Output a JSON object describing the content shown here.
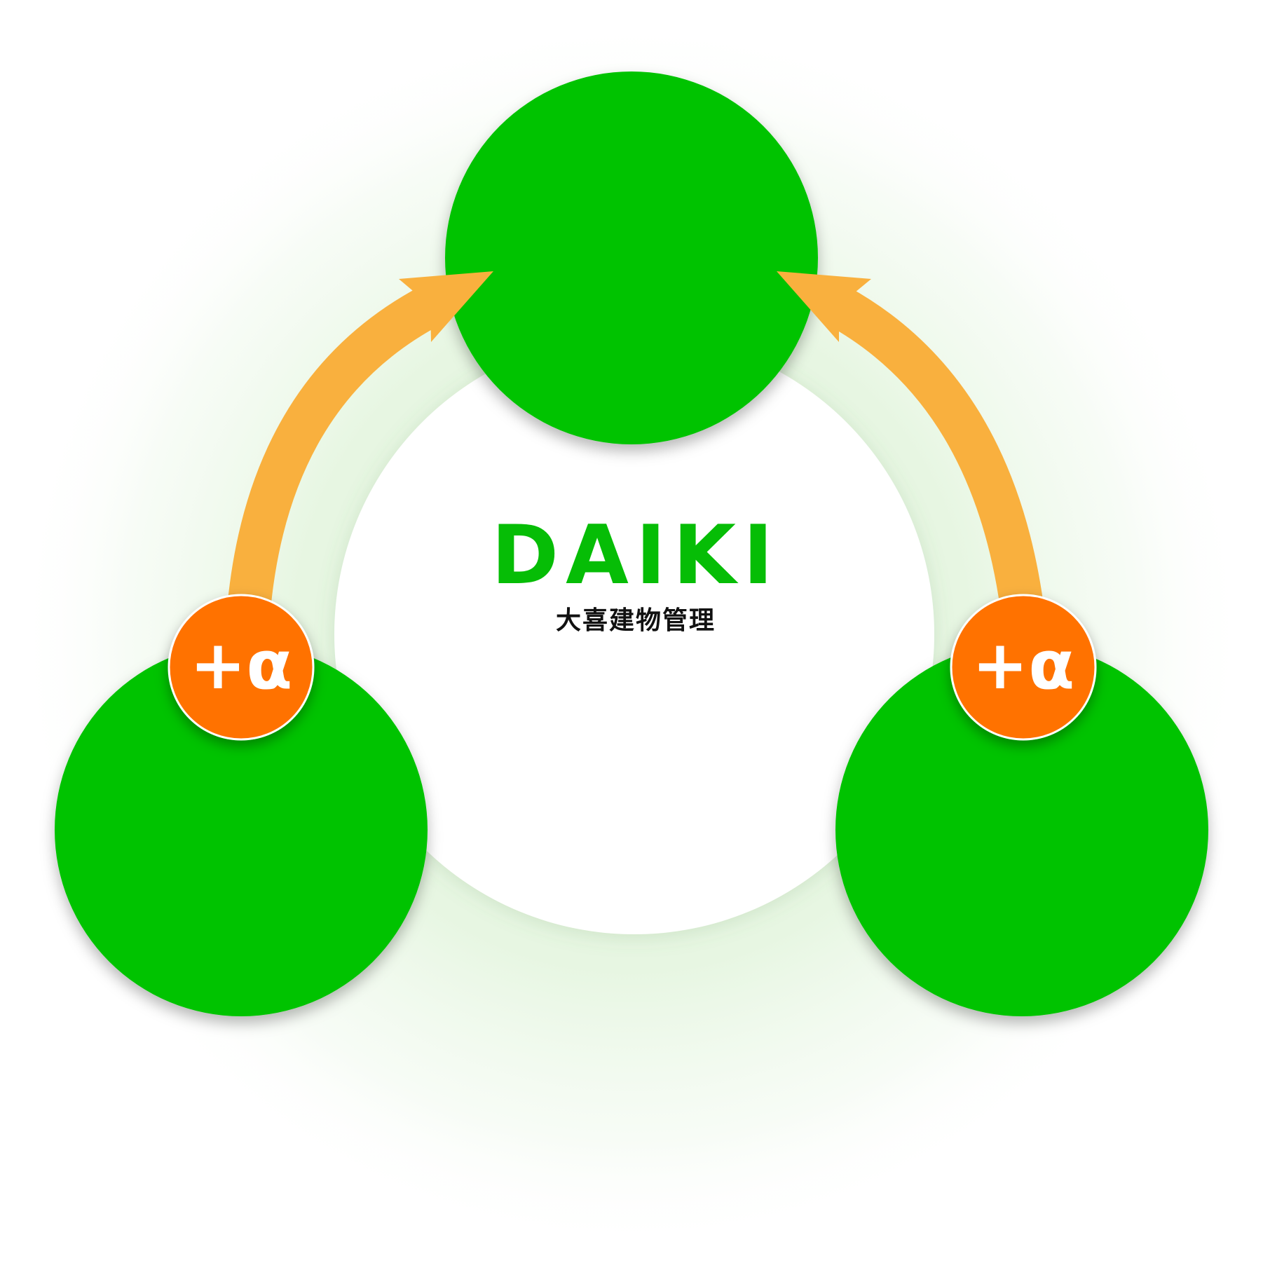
{
  "brand": {
    "wordmark": "DAIKI",
    "subtitle": "大喜建物管理"
  },
  "badges": [
    {
      "label": "+α"
    },
    {
      "label": "+α"
    }
  ],
  "colors": {
    "node_green": "#02c302",
    "logo_green": "#06bd06",
    "arrow_orange": "#f9b03e",
    "badge_orange": "#ff7200",
    "halo_green": "#dff3da",
    "center_white": "#ffffff",
    "subtitle_black": "#111111",
    "badge_text": "#ffffff"
  },
  "diagram": {
    "nodes": [
      {
        "role": "top-node"
      },
      {
        "role": "bottom-left-node"
      },
      {
        "role": "bottom-right-node"
      }
    ],
    "arrows": [
      {
        "from": "bottom-left-node",
        "to": "top-node"
      },
      {
        "from": "bottom-right-node",
        "to": "top-node"
      }
    ],
    "icons": [
      "arrow-left-icon",
      "arrow-right-icon"
    ]
  }
}
